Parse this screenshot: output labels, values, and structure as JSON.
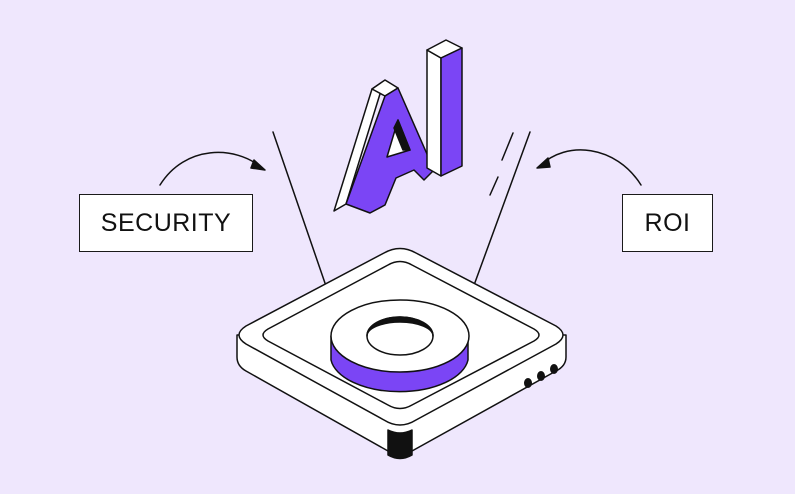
{
  "illustration": {
    "title_letters": "AI",
    "left_label": "SECURITY",
    "right_label": "ROI",
    "colors": {
      "background": "#EFE7FD",
      "accent_purple": "#7B45F5",
      "stroke": "#111111",
      "fill": "#FFFFFF"
    }
  }
}
